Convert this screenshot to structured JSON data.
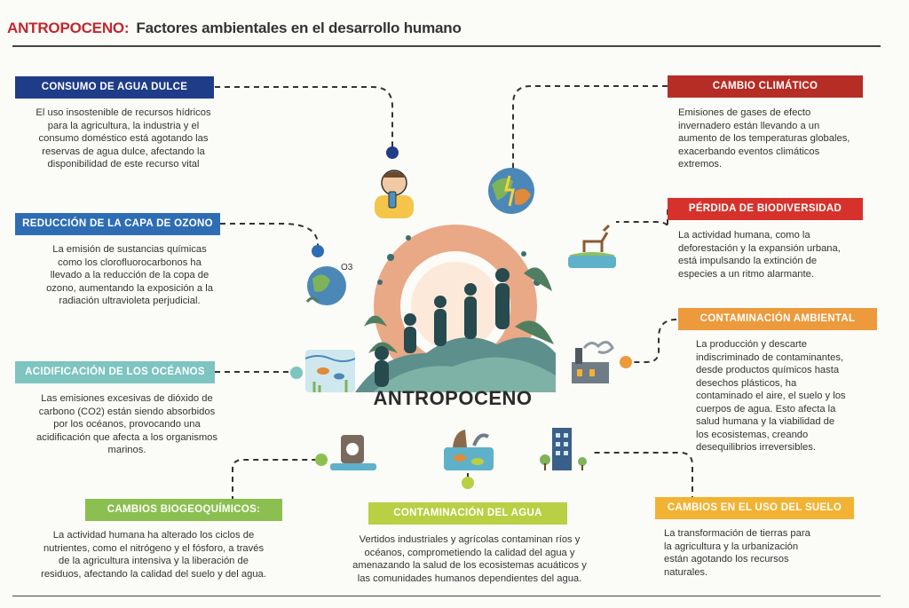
{
  "header": {
    "brand": "ANTROPOCENO:",
    "title": "Factores ambientales en el desarrollo humano"
  },
  "hub": {
    "label": "ANTROPOCENO"
  },
  "colors": {
    "water_blue": "#1f3c88",
    "ozone_blue": "#2e6db4",
    "ocean_teal": "#7ec4c1",
    "biogeo_green": "#8bbf4f",
    "water_pollution_green": "#b9cf44",
    "land_yellow": "#f2b233",
    "pollution_orange": "#ec9a3c",
    "biodiversity_red": "#d6322b",
    "climate_red": "#b62d26",
    "brand_red": "#c1272d"
  },
  "factors": {
    "agua_dulce": {
      "title": "CONSUMO DE AGUA DULCE",
      "text": [
        "El uso insostenible de recursos hídricos",
        "para la agricultura, la industria y el",
        "consumo doméstico está agotando las",
        "reservas de agua dulce, afectando la",
        "disponibilidad de este recurso vital"
      ]
    },
    "ozono": {
      "title": "REDUCCIÓN DE LA CAPA DE OZONO",
      "text": [
        "La emisión de sustancias químicas",
        "como los clorofluorocarbonos ha",
        "llevado a la reducción de la copa de",
        "ozono, aumentando la exposición a la",
        "radiación ultravioleta perjudicial."
      ]
    },
    "oceanos": {
      "title": "ACIDIFICACIÓN DE LOS OCÉANOS",
      "text": [
        "Las emisiones excesivas de dióxido de",
        "carbono (CO2) están siendo absorbidos",
        "por los océanos, provocando una",
        "acidificación que afecta a los organismos",
        "marinos."
      ]
    },
    "biogeoquimicos": {
      "title": "CAMBIOS BIOGEOQUÍMICOS:",
      "text": [
        "La actividad humana ha alterado los ciclos de",
        "nutrientes, como el nitrógeno y el fósforo, a través",
        "de la agricultura intensiva y la liberación de",
        "residuos, afectando la calidad del suelo y del agua."
      ]
    },
    "contaminacion_agua": {
      "title": "CONTAMINACIÓN DEL AGUA",
      "text": [
        "Vertidos industriales y agrícolas contaminan ríos y",
        "océanos, comprometiendo la calidad del agua y",
        "amenazando la salud de los ecosistemas acuáticos y",
        "las comunidades humanos dependientes del agua."
      ]
    },
    "uso_suelo": {
      "title": "CAMBIOS EN EL USO DEL SUELO",
      "text": [
        "La transformación de tierras para",
        "la agricultura y la urbanización",
        "están agotando los recursos",
        "naturales."
      ]
    },
    "contaminacion_ambiental": {
      "title": "CONTAMINACIÓN AMBIENTAL",
      "text": [
        "La producción y descarte",
        "indiscriminado de contaminantes,",
        "desde productos químicos hasta",
        "desechos plásticos, ha",
        "contaminado el aire, el suelo y los",
        "cuerpos de agua. Esto afecta la",
        "salud humana y la viabilidad de",
        "los ecosistemas, creando",
        "desequilibrios irreversibles."
      ]
    },
    "biodiversidad": {
      "title": "PÉRDIDA DE BIODIVERSIDAD",
      "text": [
        "La actividad humana, como la",
        "deforestación y la expansión urbana,",
        "está impulsando la extinción de",
        "especies a un ritmo alarmante."
      ]
    },
    "climatico": {
      "title": "CAMBIO CLIMÁTICO",
      "text": [
        "Emisiones de gases de efecto",
        "invernadero están llevando a un",
        "aumento de los temperaturas globales,",
        "exacerbando eventos climáticos",
        "extremos."
      ]
    }
  },
  "icons": {
    "agua_dulce": "person-drinking-icon",
    "climatico": "climate-globe-icon",
    "biodiversidad": "deer-wetland-icon",
    "ozono": "ozone-earth-icon",
    "oceanos": "ocean-fish-icon",
    "contaminacion_ambiental": "factory-smoke-icon",
    "biogeoquimicos": "chemical-waste-icon",
    "contaminacion_agua": "polluted-water-icon",
    "uso_suelo": "city-buildings-icon",
    "ozone_symbol": "O3"
  }
}
